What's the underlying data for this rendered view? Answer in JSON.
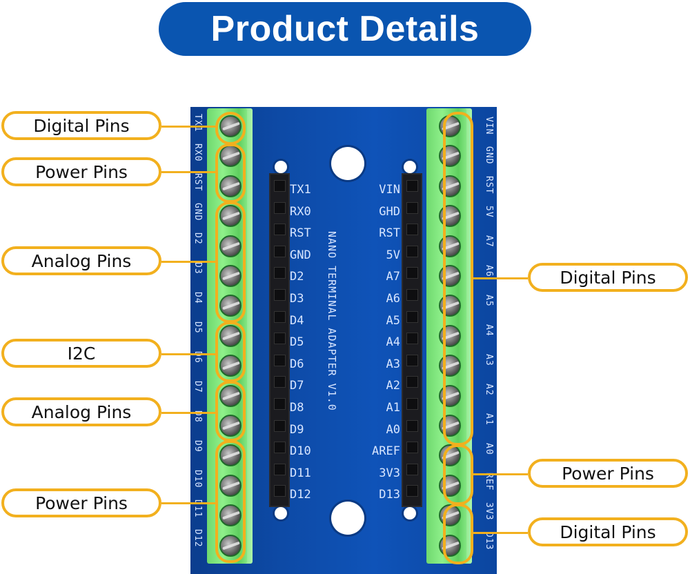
{
  "title": "Product Details",
  "colors": {
    "title_bg": "#0a55b0",
    "board_blue": "#0d4aa6",
    "terminal_green": "#7de57a",
    "callout_orange": "#f2b01e"
  },
  "board": {
    "name": "NANO TERMINAL ADAPTER V1.0",
    "left_header_labels": [
      "TX1",
      "RX0",
      "RST",
      "GND",
      "D2",
      "D3",
      "D4",
      "D5",
      "D6",
      "D7",
      "D8",
      "D9",
      "D10",
      "D11",
      "D12"
    ],
    "right_header_labels": [
      "VIN",
      "GHD",
      "RST",
      "5V",
      "A7",
      "A6",
      "A5",
      "A4",
      "A3",
      "A2",
      "A1",
      "A0",
      "AREF",
      "3V3",
      "D13"
    ],
    "left_edge_labels": [
      "TX1",
      "RX0",
      "RST",
      "GND",
      "D2",
      "D3",
      "D4",
      "D5",
      "D6",
      "D7",
      "D8",
      "D9",
      "D10",
      "D11",
      "D12"
    ],
    "right_edge_labels": [
      "VIN",
      "GND",
      "RST",
      "5V",
      "A7",
      "A6",
      "A5",
      "A4",
      "A3",
      "A2",
      "A1",
      "A0",
      "REF",
      "3V3",
      "D13"
    ]
  },
  "callouts": {
    "left": [
      {
        "label": "Digital Pins"
      },
      {
        "label": "Power Pins"
      },
      {
        "label": "Analog Pins"
      },
      {
        "label": "I2C"
      },
      {
        "label": "Analog Pins"
      },
      {
        "label": "Power Pins"
      }
    ],
    "right": [
      {
        "label": "Digital Pins"
      },
      {
        "label": "Power Pins"
      },
      {
        "label": "Digital Pins"
      }
    ]
  }
}
